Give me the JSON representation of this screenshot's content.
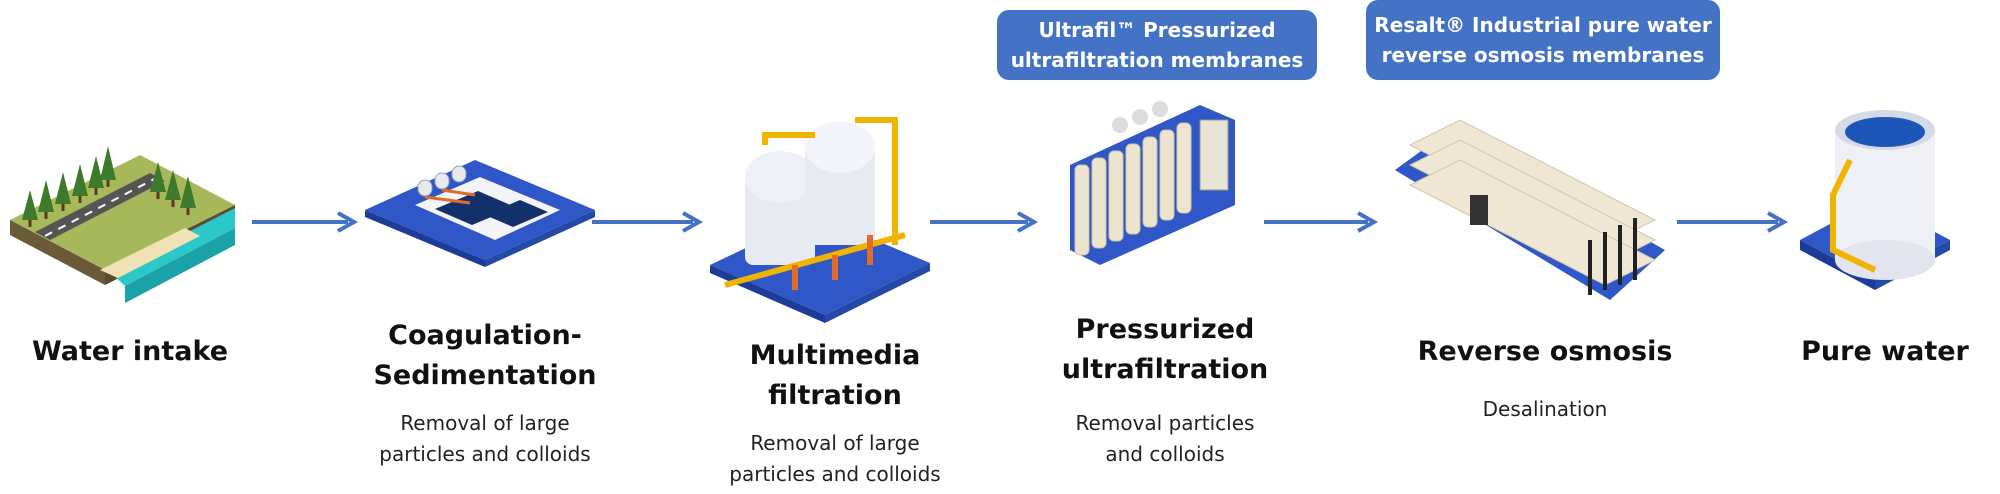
{
  "callouts": {
    "ultrafil": {
      "line1": "Ultrafil™ Pressurized",
      "line2": "ultrafiltration membranes"
    },
    "resalt": {
      "line1": "Resalt® Industrial pure water",
      "line2": "reverse osmosis membranes"
    }
  },
  "stages": [
    {
      "id": "water-intake",
      "title_lines": [
        "Water intake"
      ],
      "desc_lines": []
    },
    {
      "id": "coagulation",
      "title_lines": [
        "Coagulation-",
        "Sedimentation"
      ],
      "desc_lines": [
        "Removal of large",
        "particles and colloids"
      ]
    },
    {
      "id": "multimedia",
      "title_lines": [
        "Multimedia",
        "filtration"
      ],
      "desc_lines": [
        "Removal of large",
        "particles and colloids"
      ]
    },
    {
      "id": "ultrafiltration",
      "title_lines": [
        "Pressurized",
        "ultrafiltration"
      ],
      "desc_lines": [
        "Removal particles",
        "and colloids"
      ]
    },
    {
      "id": "reverse-osmosis",
      "title_lines": [
        "Reverse osmosis"
      ],
      "desc_lines": [
        "Desalination"
      ]
    },
    {
      "id": "pure-water",
      "title_lines": [
        "Pure water"
      ],
      "desc_lines": []
    }
  ],
  "colors": {
    "accent": "#4472c4",
    "platform": "#2f57c8",
    "arrow": "#4472c4"
  },
  "icons": [
    "landscape-river-icon",
    "sedimentation-tank-icon",
    "filter-tanks-icon",
    "ultrafiltration-rack-icon",
    "reverse-osmosis-rack-icon",
    "water-storage-tank-icon"
  ]
}
